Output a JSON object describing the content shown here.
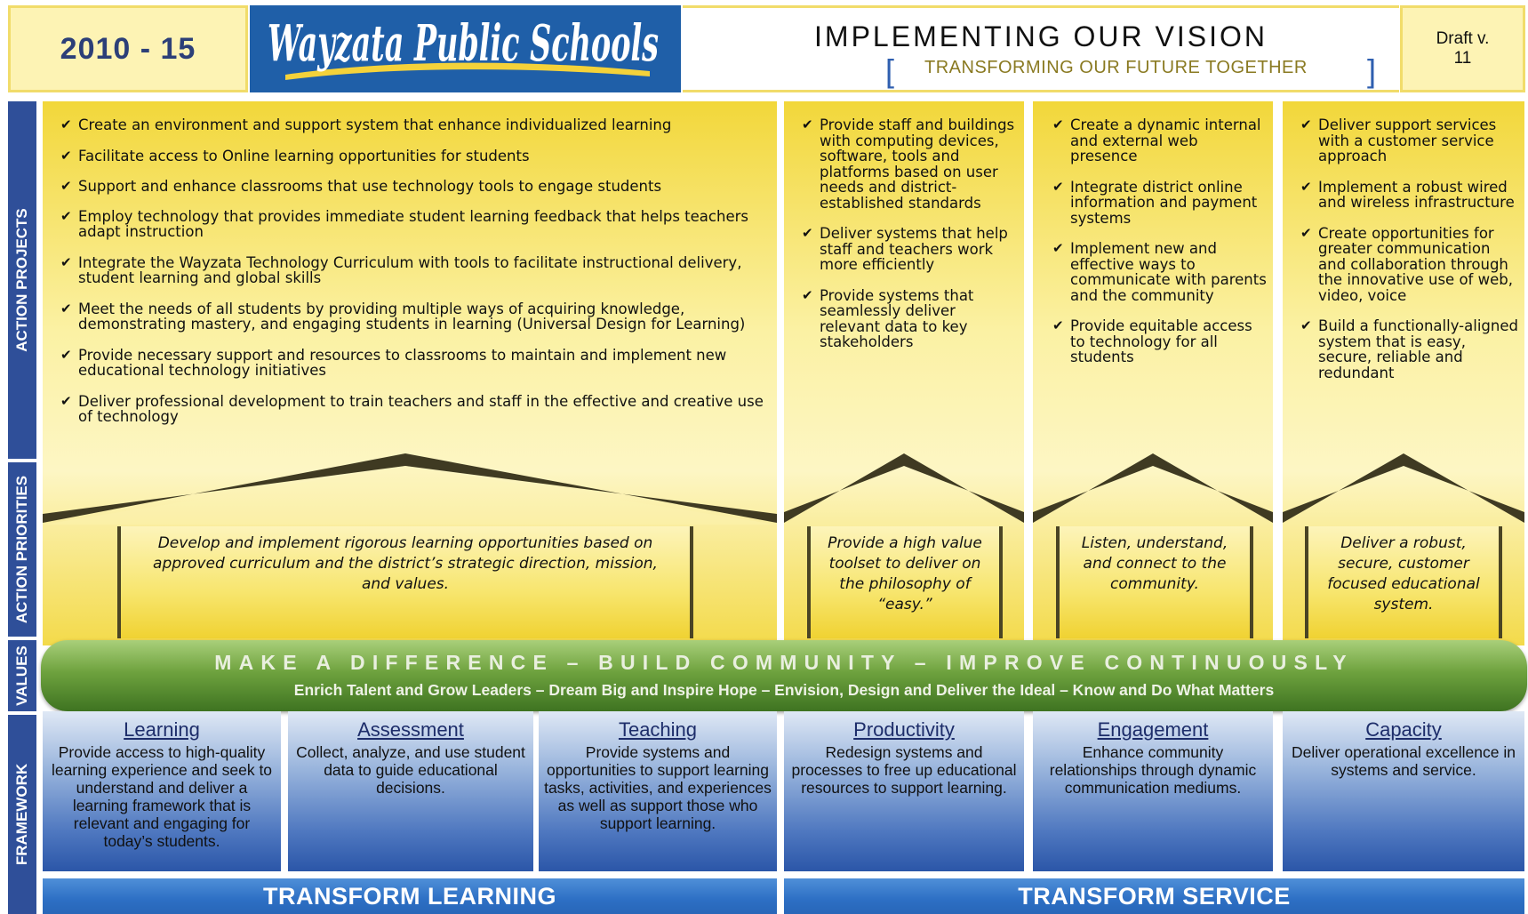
{
  "header": {
    "year": "2010 - 15",
    "logo_text": "Wayzata Public Schools",
    "title": "IMPLEMENTING OUR VISION",
    "subtitle": "TRANSFORMING OUR FUTURE TOGETHER",
    "bracket_open": "[",
    "bracket_close": "]",
    "draft_line1": "Draft v.",
    "draft_line2": "11"
  },
  "bands": {
    "action_projects": "ACTION PROJECTS",
    "action_priorities": "ACTION PRIORITIES",
    "values": "VALUES",
    "framework": "FRAMEWORK"
  },
  "columns": {
    "learning": {
      "items": [
        "Create an environment and support system that enhance individualized learning",
        "Facilitate access to Online learning opportunities for students",
        "Support and enhance classrooms that use technology tools to engage students",
        "Employ technology that provides immediate student learning feedback that helps teachers adapt instruction",
        "Integrate the Wayzata Technology Curriculum with tools to facilitate instructional delivery, student learning and global skills",
        "Meet the needs of all students by providing multiple ways of acquiring knowledge, demonstrating mastery, and engaging students in learning (Universal Design for Learning)",
        "Provide necessary support and resources to classrooms to maintain and implement new educational technology initiatives",
        "Deliver professional development to train teachers and staff in the effective and creative use of technology"
      ],
      "priority": "Develop and implement rigorous learning opportunities based on approved curriculum and the district’s strategic direction, mission, and values."
    },
    "productivity": {
      "items": [
        "Provide staff and buildings with computing devices, software, tools and platforms based on user needs and district-established standards",
        "Deliver systems that help staff and teachers work more efficiently",
        "Provide systems that seamlessly deliver relevant data to key stakeholders"
      ],
      "priority": "Provide a high value toolset to deliver on the philosophy of “easy.”"
    },
    "engagement": {
      "items": [
        "Create a dynamic internal and external web presence",
        "Integrate district online information and payment systems",
        "Implement new and effective ways to communicate with parents and the community",
        "Provide equitable access to technology for all students"
      ],
      "priority": "Listen, understand, and connect to the community."
    },
    "capacity": {
      "items": [
        "Deliver support services with a customer service approach",
        "Implement a robust wired and wireless infrastructure",
        "Create opportunities for greater communication and collaboration through the innovative use of web, video, voice",
        "Build a functionally-aligned system that is easy, secure, reliable and redundant"
      ],
      "priority": "Deliver a robust, secure, customer focused educational system."
    }
  },
  "values": {
    "main": "MAKE A DIFFERENCE – BUILD COMMUNITY – IMPROVE CONTINUOUSLY",
    "sub": "Enrich Talent and Grow Leaders – Dream Big and Inspire Hope – Envision, Design and Deliver the Ideal – Know and Do What Matters"
  },
  "framework": [
    {
      "title": "Learning",
      "desc": "Provide access to high-quality learning experience and seek to understand and deliver a learning framework that is relevant and engaging for today’s students."
    },
    {
      "title": "Assessment",
      "desc": "Collect, analyze, and use student data to guide educational decisions."
    },
    {
      "title": "Teaching",
      "desc": "Provide systems and opportunities to support learning tasks, activities, and experiences as well as support those who support learning."
    },
    {
      "title": "Productivity",
      "desc": "Redesign systems and processes to free up educational resources to support learning."
    },
    {
      "title": "Engagement",
      "desc": "Enhance community relationships through dynamic communication mediums."
    },
    {
      "title": "Capacity",
      "desc": "Deliver operational excellence in systems and service."
    }
  ],
  "transform": {
    "learning": "TRANSFORM LEARNING",
    "service": "TRANSFORM SERVICE"
  },
  "colors": {
    "band_blue": "#2f4f99",
    "header_yellow": "#fdf3b4",
    "column_yellow": "#f2d73a",
    "values_green": "#6ea23e",
    "framework_blue": "#2b56a8",
    "logo_blue": "#1f5fa8"
  }
}
